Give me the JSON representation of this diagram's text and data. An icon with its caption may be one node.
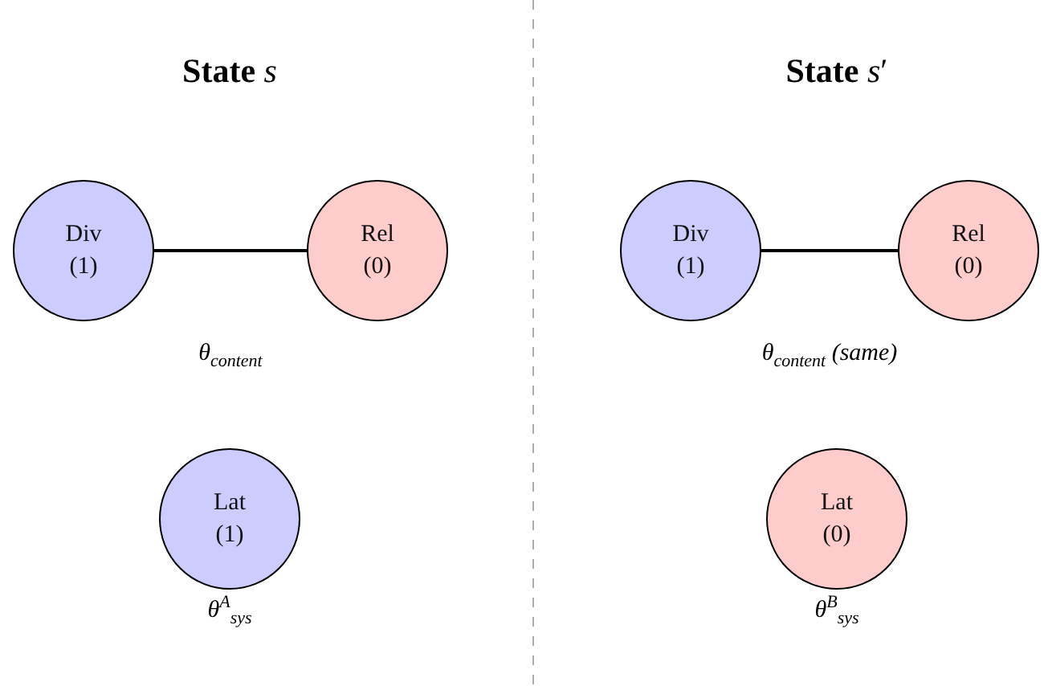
{
  "diagram": {
    "nodes": [
      {
        "text": [
          "Div (1)"
        ]
      },
      {
        "text": [
          "Rel (0)"
        ]
      },
      {
        "text": [
          "Lat (1)"
        ],
        "beside": [
          "θ$^{A}$$_{sys}$"
        ]
      },
      {
        "text": [
          "Div (1)"
        ]
      },
      {
        "text": [
          "Rel (0)"
        ]
      },
      {
        "text": [
          "Lat (0)"
        ],
        "beside": [
          "θ$^{B}$$_{sys}$"
        ]
      }
    ],
    "edges": [
      {
        "from": 0,
        "to": 1,
        "arrow": "none",
        "label": "θ$_{content}$"
      },
      {
        "from": 3,
        "to": 4,
        "arrow": "none",
        "label": "θ$_{content}$ *(same)*"
      }
    ],
    "labels": [
      "**State** *s*",
      "**State** *s*′"
    ]
  }
}
